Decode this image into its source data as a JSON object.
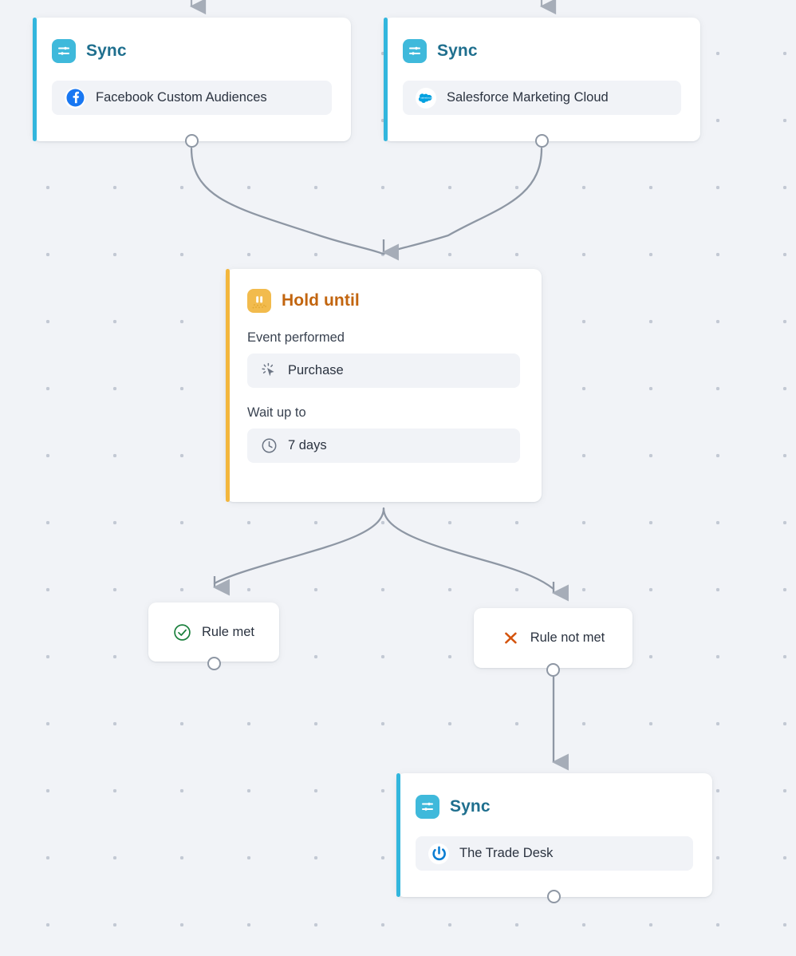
{
  "canvas": {
    "background_color": "#f1f3f7",
    "grid_dot_color": "#c3c9d4",
    "edge_color": "#8e97a4"
  },
  "nodes": [
    {
      "id": "sync-facebook",
      "type": "Sync",
      "title": "Sync",
      "accent_color": "#32b6dd",
      "icon": "sync-sliders-icon",
      "destination": {
        "label": "Facebook Custom Audiences",
        "logo": "facebook-logo-icon",
        "logo_color": "#1877f2"
      }
    },
    {
      "id": "sync-salesforce",
      "type": "Sync",
      "title": "Sync",
      "accent_color": "#32b6dd",
      "icon": "sync-sliders-icon",
      "destination": {
        "label": "Salesforce Marketing Cloud",
        "logo": "salesforce-cloud-icon",
        "logo_color": "#00a1e0"
      }
    },
    {
      "id": "hold-until",
      "type": "Hold until",
      "title": "Hold until",
      "accent_color": "#f3b73d",
      "icon": "pause-icon",
      "fields": [
        {
          "label": "Event performed",
          "value": "Purchase",
          "icon": "click-cursor-icon"
        },
        {
          "label": "Wait up to",
          "value": "7 days",
          "icon": "clock-icon"
        }
      ]
    },
    {
      "id": "sync-tradedesk",
      "type": "Sync",
      "title": "Sync",
      "accent_color": "#32b6dd",
      "icon": "sync-sliders-icon",
      "destination": {
        "label": "The Trade Desk",
        "logo": "trade-desk-power-icon",
        "logo_color": "#0b7ed3"
      }
    }
  ],
  "branches": [
    {
      "id": "rule-met",
      "label": "Rule met",
      "icon": "check-circle-icon",
      "icon_color": "#1a7f3c"
    },
    {
      "id": "rule-not-met",
      "label": "Rule not met",
      "icon": "cross-icon",
      "icon_color": "#d4540d"
    }
  ]
}
